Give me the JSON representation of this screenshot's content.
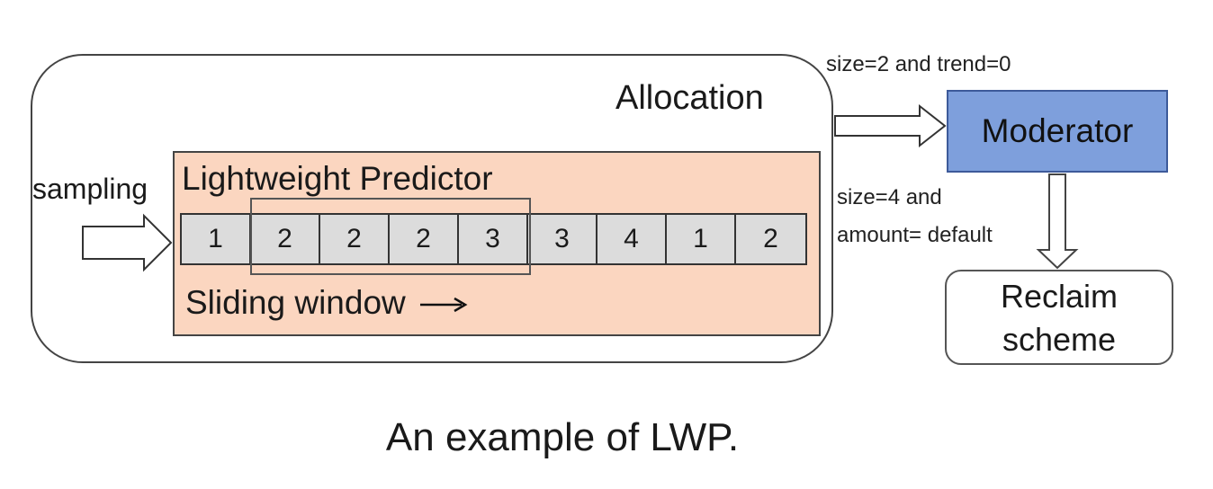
{
  "allocation": {
    "label": "Allocation"
  },
  "predictor": {
    "label": "Lightweight Predictor"
  },
  "sampling": {
    "label": "sampling"
  },
  "samples": [
    "1",
    "2",
    "2",
    "2",
    "3",
    "3",
    "4",
    "1",
    "2"
  ],
  "sliding_window": {
    "label": "Sliding window"
  },
  "moderator": {
    "label": "Moderator"
  },
  "reclaim": {
    "line1": "Reclaim",
    "line2": "scheme"
  },
  "notes": {
    "to_moderator": "size=2 and trend=0",
    "to_reclaim_line1": "size=4 and",
    "to_reclaim_line2": "amount= default"
  },
  "caption": "An example of LWP."
}
